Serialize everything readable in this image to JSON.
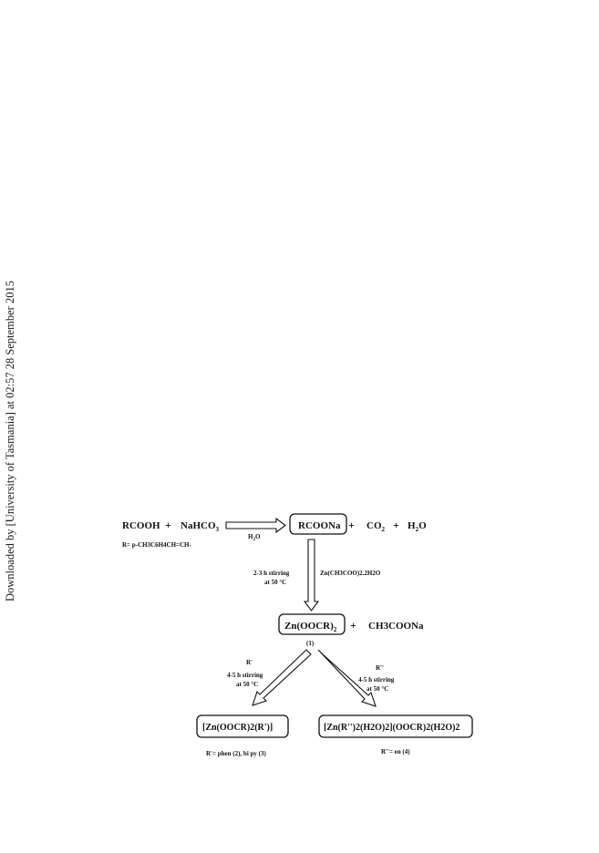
{
  "download_note": "Downloaded by [University of Tasmania] at 02:57 28 September 2015",
  "scheme": {
    "reactant1": "RCOOH",
    "plus": "+",
    "reactant2": {
      "main": "NaHCO",
      "sub": "3"
    },
    "r_definition": "R= p-CH3C6H4CH=CH-",
    "arrow1_label": {
      "main": "H",
      "sub": "2",
      "tail": "O"
    },
    "intermediate": "RCOONa",
    "byproduct1": {
      "main": "CO",
      "sub": "2"
    },
    "byproduct2": {
      "main": "H",
      "sub": "2",
      "tail": "O"
    },
    "step2_condition_line1": "2-3 h stirring",
    "step2_condition_line2": "at 50 °C",
    "step2_reagent": "Zn(CH3COO)2.2H2O",
    "product1": {
      "main": "Zn(OOCR)",
      "sub": "2"
    },
    "product1_byproduct": "CH3COONa",
    "product1_number": "(1)",
    "left_branch": {
      "reagent": "R'",
      "line1": "4-5 h stirring",
      "line2": "at 50 °C"
    },
    "right_branch": {
      "reagent": "R''",
      "line1": "4-5 h stirring",
      "line2": "at 50 °C"
    },
    "product_left": "[Zn(OOCR)2(R')]",
    "product_right": "[Zn(R'')2(H2O)2](OOCR)2(H2O)2",
    "left_footnote": "R'= phen (2), bi py (3)",
    "right_footnote": "R''= en (4)"
  }
}
